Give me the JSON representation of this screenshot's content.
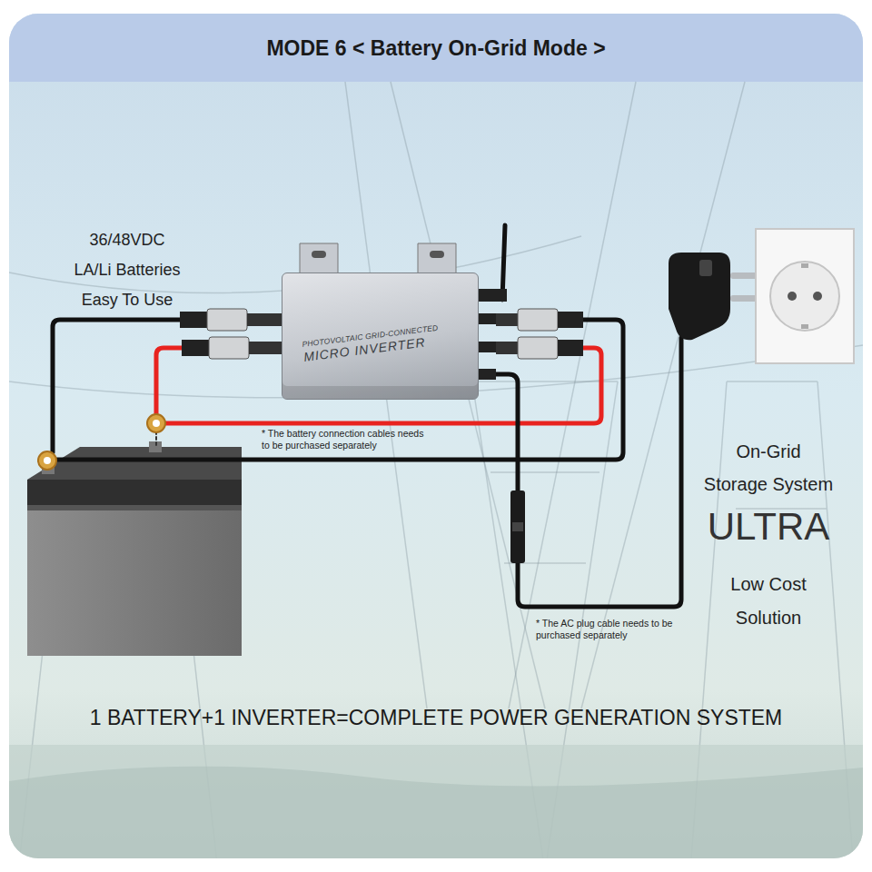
{
  "diagram": {
    "title": "MODE 6 < Battery On-Grid Mode >",
    "caption": "1 BATTERY+1 INVERTER=COMPLETE POWER GENERATION SYSTEM",
    "nodes": [
      {
        "text": [
          "PHOTOVOLTAIC GRID-CONNECTED",
          "MICRO INVERTER"
        ]
      }
    ],
    "labels": [
      "36/48VDC",
      "LA/Li Batteries",
      "Easy To Use",
      "* The battery connection cables needs to be purchased separately",
      "On-Grid",
      "Storage System",
      "ULTRA",
      "Low Cost",
      "Solution",
      "* The AC plug cable needs to be purchased separately"
    ]
  }
}
